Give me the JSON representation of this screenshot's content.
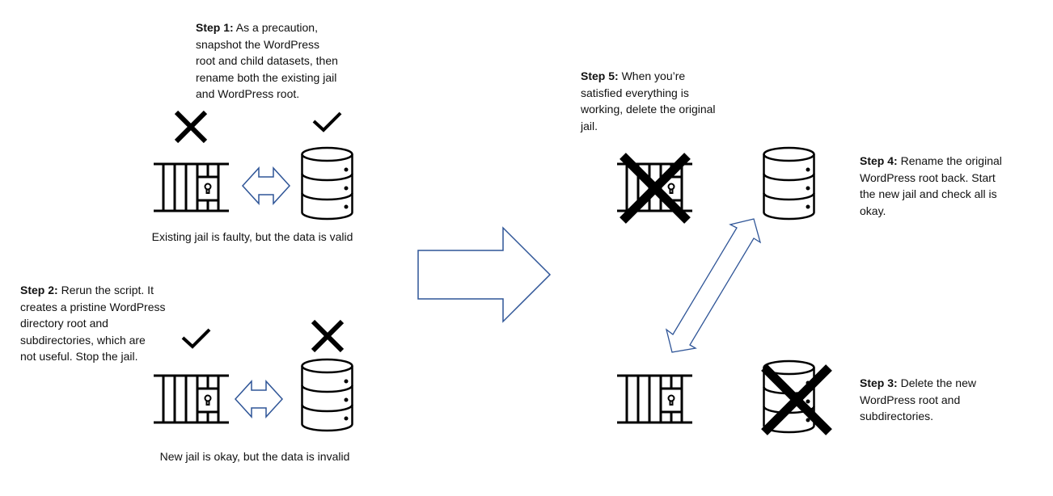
{
  "steps": {
    "step1": {
      "label": "Step 1:",
      "lines": [
        " As a precaution,",
        "snapshot the WordPress",
        "root and child datasets, then",
        "rename both the existing jail",
        "and WordPress root."
      ]
    },
    "step2": {
      "label": "Step 2:",
      "lines": [
        " Rerun the script. It",
        "creates a pristine WordPress",
        "directory root and",
        "subdirectories, which are",
        "not useful. Stop the jail."
      ]
    },
    "step3": {
      "label": "Step 3:",
      "lines": [
        " Delete the new",
        "WordPress root and",
        "subdirectories."
      ]
    },
    "step4": {
      "label": "Step 4:",
      "lines": [
        " Rename the original",
        "WordPress root back. Start",
        "the new jail and check all is",
        "okay."
      ]
    },
    "step5": {
      "label": "Step 5:",
      "lines": [
        " When you’re",
        "satisfied everything is",
        "working, delete the original",
        "jail."
      ]
    }
  },
  "captions": {
    "top": "Existing jail is faulty, but the data is valid",
    "bottom": "New jail is okay, but the data is invalid"
  },
  "icons": [
    "jail-icon",
    "database-icon",
    "check-icon",
    "cross-icon",
    "double-arrow-icon",
    "right-arrow-icon"
  ],
  "colors": {
    "arrow": "#2F5597",
    "icon": "#000000"
  }
}
